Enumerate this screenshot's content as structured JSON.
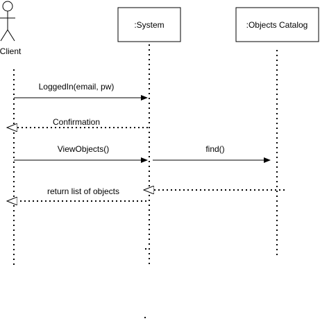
{
  "actors": {
    "client": {
      "label": "Client"
    }
  },
  "lifelines": {
    "system": {
      "label": ":System"
    },
    "catalog": {
      "label": ":Objects Catalog"
    }
  },
  "messages": {
    "logged_in": "LoggedIn(email, pw)",
    "confirmation": "Confirmation",
    "view_objects": "ViewObjects()",
    "find": "find()",
    "return_list": "return list of objects"
  },
  "colors": {
    "stroke": "#000000",
    "background": "#ffffff"
  }
}
